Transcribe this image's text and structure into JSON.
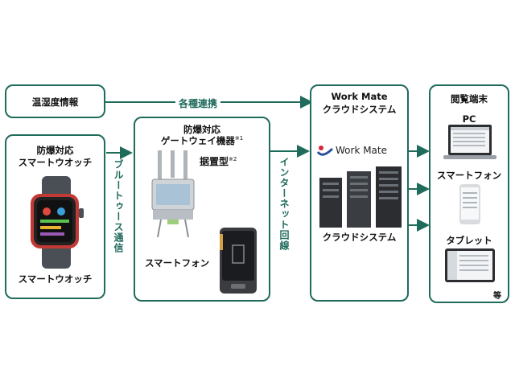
{
  "temp_box": {
    "label": "温湿度情報"
  },
  "link_label": "各種連携",
  "watch_box": {
    "title_line1": "防爆対応",
    "title_line2": "スマートウオッチ",
    "caption": "スマートウオッチ"
  },
  "bluetooth_label": "ブルートゥース通信",
  "gateway_box": {
    "title_line1": "防爆対応",
    "title_line2": "ゲートウェイ機器",
    "note1": "※1",
    "stationary": "据置型",
    "note2": "※2",
    "smartphone": "スマートフォン"
  },
  "internet_label": "インターネット回線",
  "cloud_box": {
    "title_line1": "Work Mate",
    "title_line2": "クラウドシステム",
    "logo_text": "Work Mate",
    "caption": "クラウドシステム"
  },
  "terminal_box": {
    "title": "閲覧端末",
    "pc": "PC",
    "smartphone": "スマートフォン",
    "tablet": "タブレット",
    "etc": "等"
  },
  "colors": {
    "frame": "#1f6b5c",
    "logo_red": "#d6253a",
    "logo_blue": "#2a4f9c"
  }
}
